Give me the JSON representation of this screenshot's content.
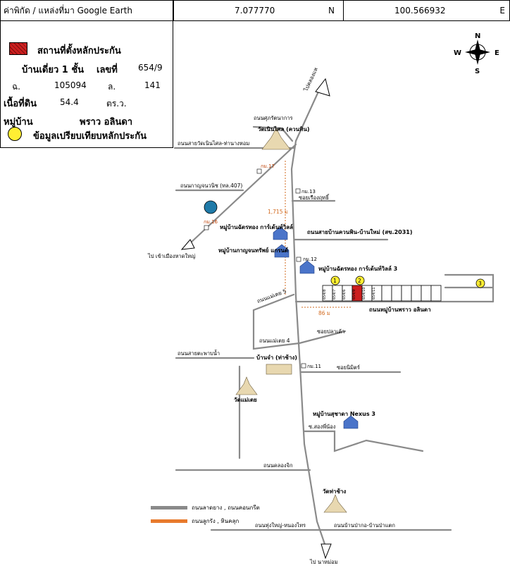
{
  "header": {
    "coord_label": "ค่าพิกัด / แหล่งที่มา Google Earth",
    "lat_value": "7.077770",
    "lat_dir": "N",
    "lon_value": "100.566932",
    "lon_dir": "E"
  },
  "legend": {
    "site_label": "สถานที่ตั้งหลักประกัน",
    "site_color": "#cc1f1f",
    "building_type": "บ้านเดี่ยว 1 ชั้น",
    "number_label": "เลขที่",
    "number_value": "654/9",
    "chanot_label": "ฉ.",
    "chanot_value": "105094",
    "lot_label": "ล.",
    "lot_value": "141",
    "area_label": "เนื้อที่ดิน",
    "area_value": "54.4",
    "area_unit": "ตร.ว.",
    "village_label": "หมู่บ้าน",
    "village_value": "พราว อลินดา",
    "compare_label": "ข้อมูลเปรียบเทียบหลักประกัน",
    "compare_color": "#ffee33"
  },
  "compass": {
    "n": "N",
    "s": "S",
    "e": "E",
    "w": "W"
  },
  "map": {
    "labels": {
      "to_klong_hae": "ไปคลองแห",
      "thanon_suk": "ถนนศุภรัตนาการ",
      "wat_noen_phai": "วัดเนินไศล (ควนทิน)",
      "road_wat_noen": "ถนนสายวัดเนินไศล-ท่านางหอม",
      "road_kanchanavanit": "ถนนกาญจนวนิช (ทล.407)",
      "km17": "กม.17",
      "km13": "กม.13",
      "km16": "กม.16",
      "km12": "กม.12",
      "km11": "กม.11",
      "soi_rueang": "ซอยเรืองฤทธิ์",
      "dist_1715": "1,715 ม",
      "to_hatyai": "ไป เข้าเมืองหาดใหญ่",
      "village_chatthong": "หมู่บ้านฉัตรทอง การ์เด้นท์วิลล์",
      "road_khuan_lang": "ถนนสายบ้านควนพิน-บ้านใหม่ (สข.2031)",
      "village_kanchana": "หมู่บ้านกาญจนทรัพย์ แกรนด์",
      "village_chatthong3": "หมู่บ้านฉัตรทอง การ์เด้นท์วิลล์ 3",
      "marker1": "1",
      "marker2": "2",
      "marker3": "3",
      "soi_maetao5": "ถนนแม่เตย 5",
      "dist_86": "86 ม",
      "road_village_praw": "ถนนหมู่บ้านพราว อลินดา",
      "soi_plakhao": "ซอยปลาเค้า",
      "road_maetao4": "ถนนแม่เตย 4",
      "road_sai_taphaonam": "ถนนสายตะพาบน้ำ",
      "ban_cha": "บ้านจ๋า (ท่าช้าง)",
      "soi_nimit": "ซอยนิมิตร์",
      "wat_mae_tao": "วัดแม่เตย",
      "village_suchada": "หมู่บ้านสุชาดา Nexus 3",
      "soi_song_ban": "ซ.สองพี่น้อง",
      "road_klong_chik": "ถนนคลองจิก",
      "wat_tha_chang": "วัดท่าช้าง",
      "road_thung_yai": "ถนนทุ่งใหญ่-หนองไทร",
      "road_ban_pak": "ถนนบ้านป่ากอ-บ้านป่าแตก",
      "to_na_mom": "ไป นาหม่อม"
    },
    "plots_left": [
      "654/8",
      "654/7",
      "654/6"
    ],
    "plot_subject": "654/9",
    "plots_right": [
      "654/10",
      "654/11"
    ]
  },
  "map_legend": {
    "paved": "ถนนลาดยาง , ถนนคอนกรีต",
    "paved_color": "#8a8a8a",
    "gravel": "ถนนลูกรัง , หินคลุก",
    "gravel_color": "#e87a2c"
  }
}
